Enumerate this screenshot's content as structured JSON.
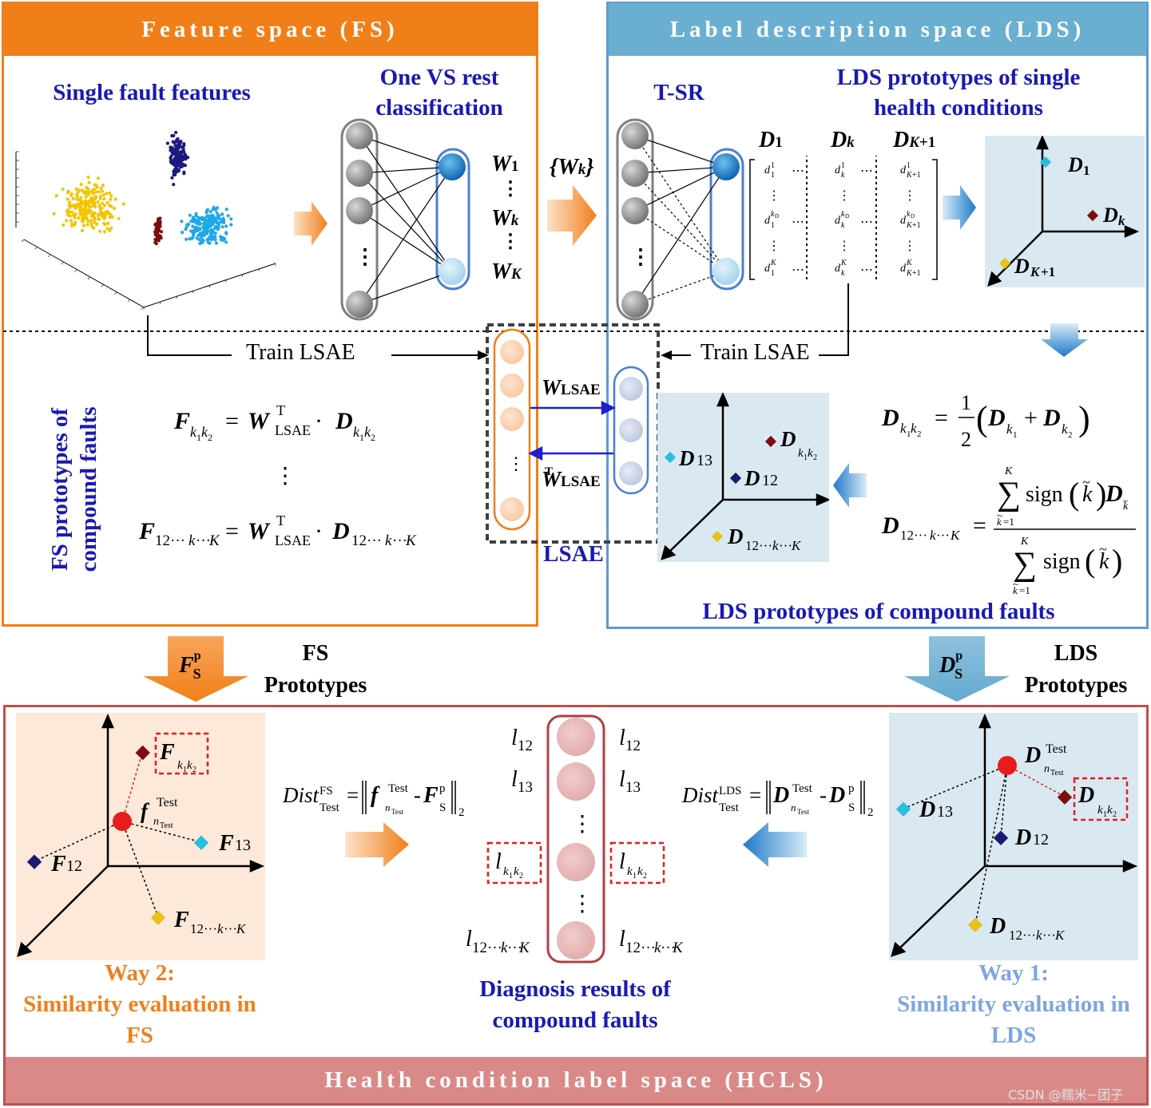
{
  "colors": {
    "fs_orange": "#f07f1a",
    "lds_blue": "#5b9bd5",
    "hcls_red": "#c0504d",
    "title_blue": "#1919b3",
    "panel_blue": "#dae8f1",
    "panel_orange": "#fde9d9"
  },
  "fs": {
    "title": "Feature space (FS)",
    "single_fault_features": "Single fault features",
    "one_vs_rest": [
      "One VS rest",
      "classification"
    ],
    "weights": [
      "W1",
      "Wk",
      "WK"
    ],
    "wk_set": "{Wk}",
    "train_lsae": "Train LSAE",
    "prototypes_vertical": [
      "FS prototypes of",
      "compound faults"
    ],
    "eq1": "F k1k2 = W T LSAE · D k1k2",
    "eq2": "F 12···k···K = W T LSAE · D 12···k···K"
  },
  "lds": {
    "title": "Label description space (LDS)",
    "tsr": "T-SR",
    "prototypes_single": [
      "LDS prototypes of single",
      "health conditions"
    ],
    "matrix_headers": [
      "D1",
      "Dk",
      "DK+1"
    ],
    "axis_labels_single": [
      "D1",
      "Dk",
      "DK+1"
    ],
    "train_lsae": "Train LSAE",
    "axis_labels_compound": [
      "Dk1k2",
      "D13",
      "D12",
      "D12···k···K"
    ],
    "eq_mean": "D k1k2 = 1/2 (D k1 + D k2)",
    "eq_sum": "D 12···k···K = Σ sign(k~) D k~ / Σ sign(k~)",
    "prototypes_compound": "LDS prototypes of compound faults"
  },
  "lsae": {
    "label": "LSAE",
    "w_forward": "WLSAE",
    "w_back": "WTLSAE"
  },
  "arrows": {
    "fs_proto_symbol": "FpS",
    "fs_proto_label": [
      "FS",
      "Prototypes"
    ],
    "lds_proto_symbol": "DpS",
    "lds_proto_label": [
      "LDS",
      "Prototypes"
    ]
  },
  "hcls": {
    "title": "Health condition label space (HCLS)",
    "way2": [
      "Way 2:",
      "Similarity evaluation in",
      "FS"
    ],
    "way1": [
      "Way 1:",
      "Similarity evaluation in",
      "LDS"
    ],
    "diagnosis": [
      "Diagnosis results of",
      "compound faults"
    ],
    "dist_fs": "Dist FS Test = ‖f Test nTest - F p S‖2",
    "dist_lds": "Dist LDS Test = ‖D Test nTest - D p S‖2",
    "labels": [
      "l12",
      "l13",
      "lk1k2",
      "l12···k···K"
    ],
    "fs_points": [
      "Fk1k2",
      "fTestnTest",
      "F13",
      "F12",
      "F12···k···K"
    ],
    "lds_points": [
      "DTestnTest",
      "D13",
      "Dk1k2",
      "D12",
      "D12···k···K"
    ]
  },
  "watermark": "CSDN @糯米~团子"
}
